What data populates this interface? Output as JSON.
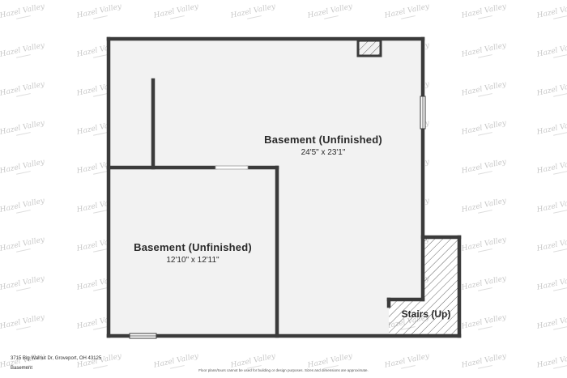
{
  "watermark": {
    "brand": "Hazel Valley"
  },
  "rooms": [
    {
      "name": "Basement (Unfinished)",
      "dims": "24'5\" x 23'1\""
    },
    {
      "name": "Basement (Unfinished)",
      "dims": "12'10\" x 12'11\""
    },
    {
      "name": "Stairs (Up)"
    }
  ],
  "footer": {
    "address": "3715 Big Walnut Dr, Groveport, OH 43125",
    "level": "Basement",
    "disclaimer": "Floor plans/tours cannot be used for building or design purposes. Sizes and dimensions are approximate."
  },
  "colors": {
    "wall": "#3b3b3b",
    "floor": "#f2f2f2",
    "hatch": "#555555"
  }
}
